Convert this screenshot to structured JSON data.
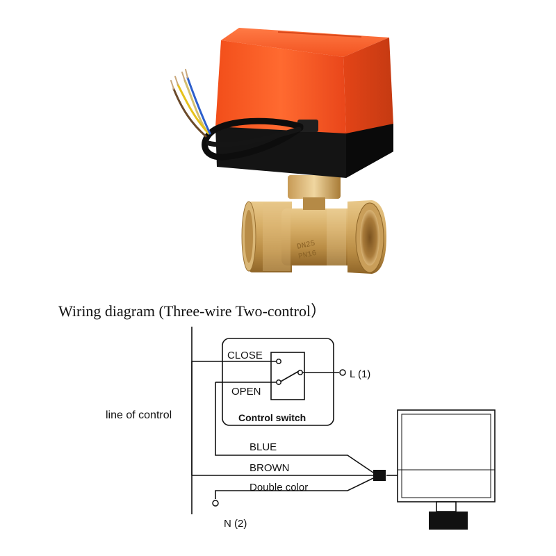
{
  "product_photo": {
    "body_markings": [
      "DN25",
      "PN16"
    ]
  },
  "wiring": {
    "title": "Wiring diagram (Three-wire Two-control）",
    "switch": {
      "close_label": "CLOSE",
      "open_label": "OPEN",
      "name_label": "Control switch"
    },
    "line_label": "L (1)",
    "neutral_label": "N (2)",
    "control_line_label": "line of control",
    "wires": [
      "BLUE",
      "BROWN",
      "Double color"
    ]
  },
  "colors": {
    "actuator_orange": "#f2501f",
    "actuator_black": "#151515",
    "brass": "#c9a059",
    "wire_yellow": "#e6c21c",
    "wire_blue": "#2d5fcc",
    "line": "#111111"
  }
}
